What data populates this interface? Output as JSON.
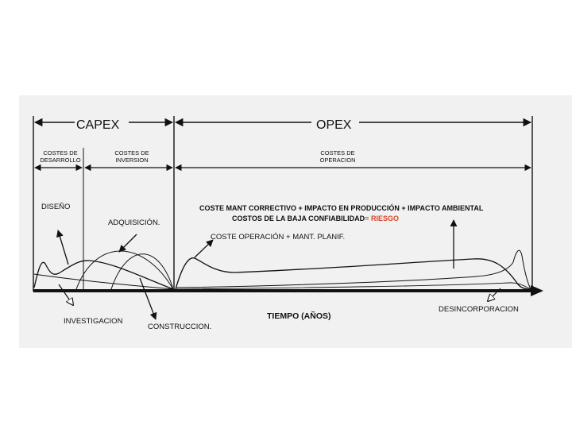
{
  "phases": {
    "capex": "CAPEX",
    "opex": "OPEX"
  },
  "sub_phases": {
    "desarrollo": [
      "COSTES  DE",
      "DESARROLLO"
    ],
    "inversion": [
      "COSTES  DE",
      "INVERSION"
    ],
    "operacion": [
      "COSTES DE",
      "OPERACION"
    ]
  },
  "labels": {
    "diseno": "DISEÑO",
    "adquisicion": "ADQUISICIÓN.",
    "investigacion": "INVESTIGACION",
    "construccion": "CONSTRUCCION.",
    "coste_mant": "COSTE MANT CORRECTIVO + IMPACTO EN PRODUCCIÓN + IMPACTO AMBIENTAL",
    "costos_baja": "COSTOS DE LA BAJA CONFIABILIDAD",
    "riesgo_eq": "=",
    "riesgo": "RIESGO",
    "coste_operacion": "COSTE  OPERACIÓN + MANT. PLANIF.",
    "tiempo": "TIEMPO (AÑOS)",
    "desincorporacion": "DESINCORPORACION"
  },
  "colors": {
    "risk": "#d9452b",
    "ink": "#111111",
    "panel": "#f1f1f1"
  }
}
